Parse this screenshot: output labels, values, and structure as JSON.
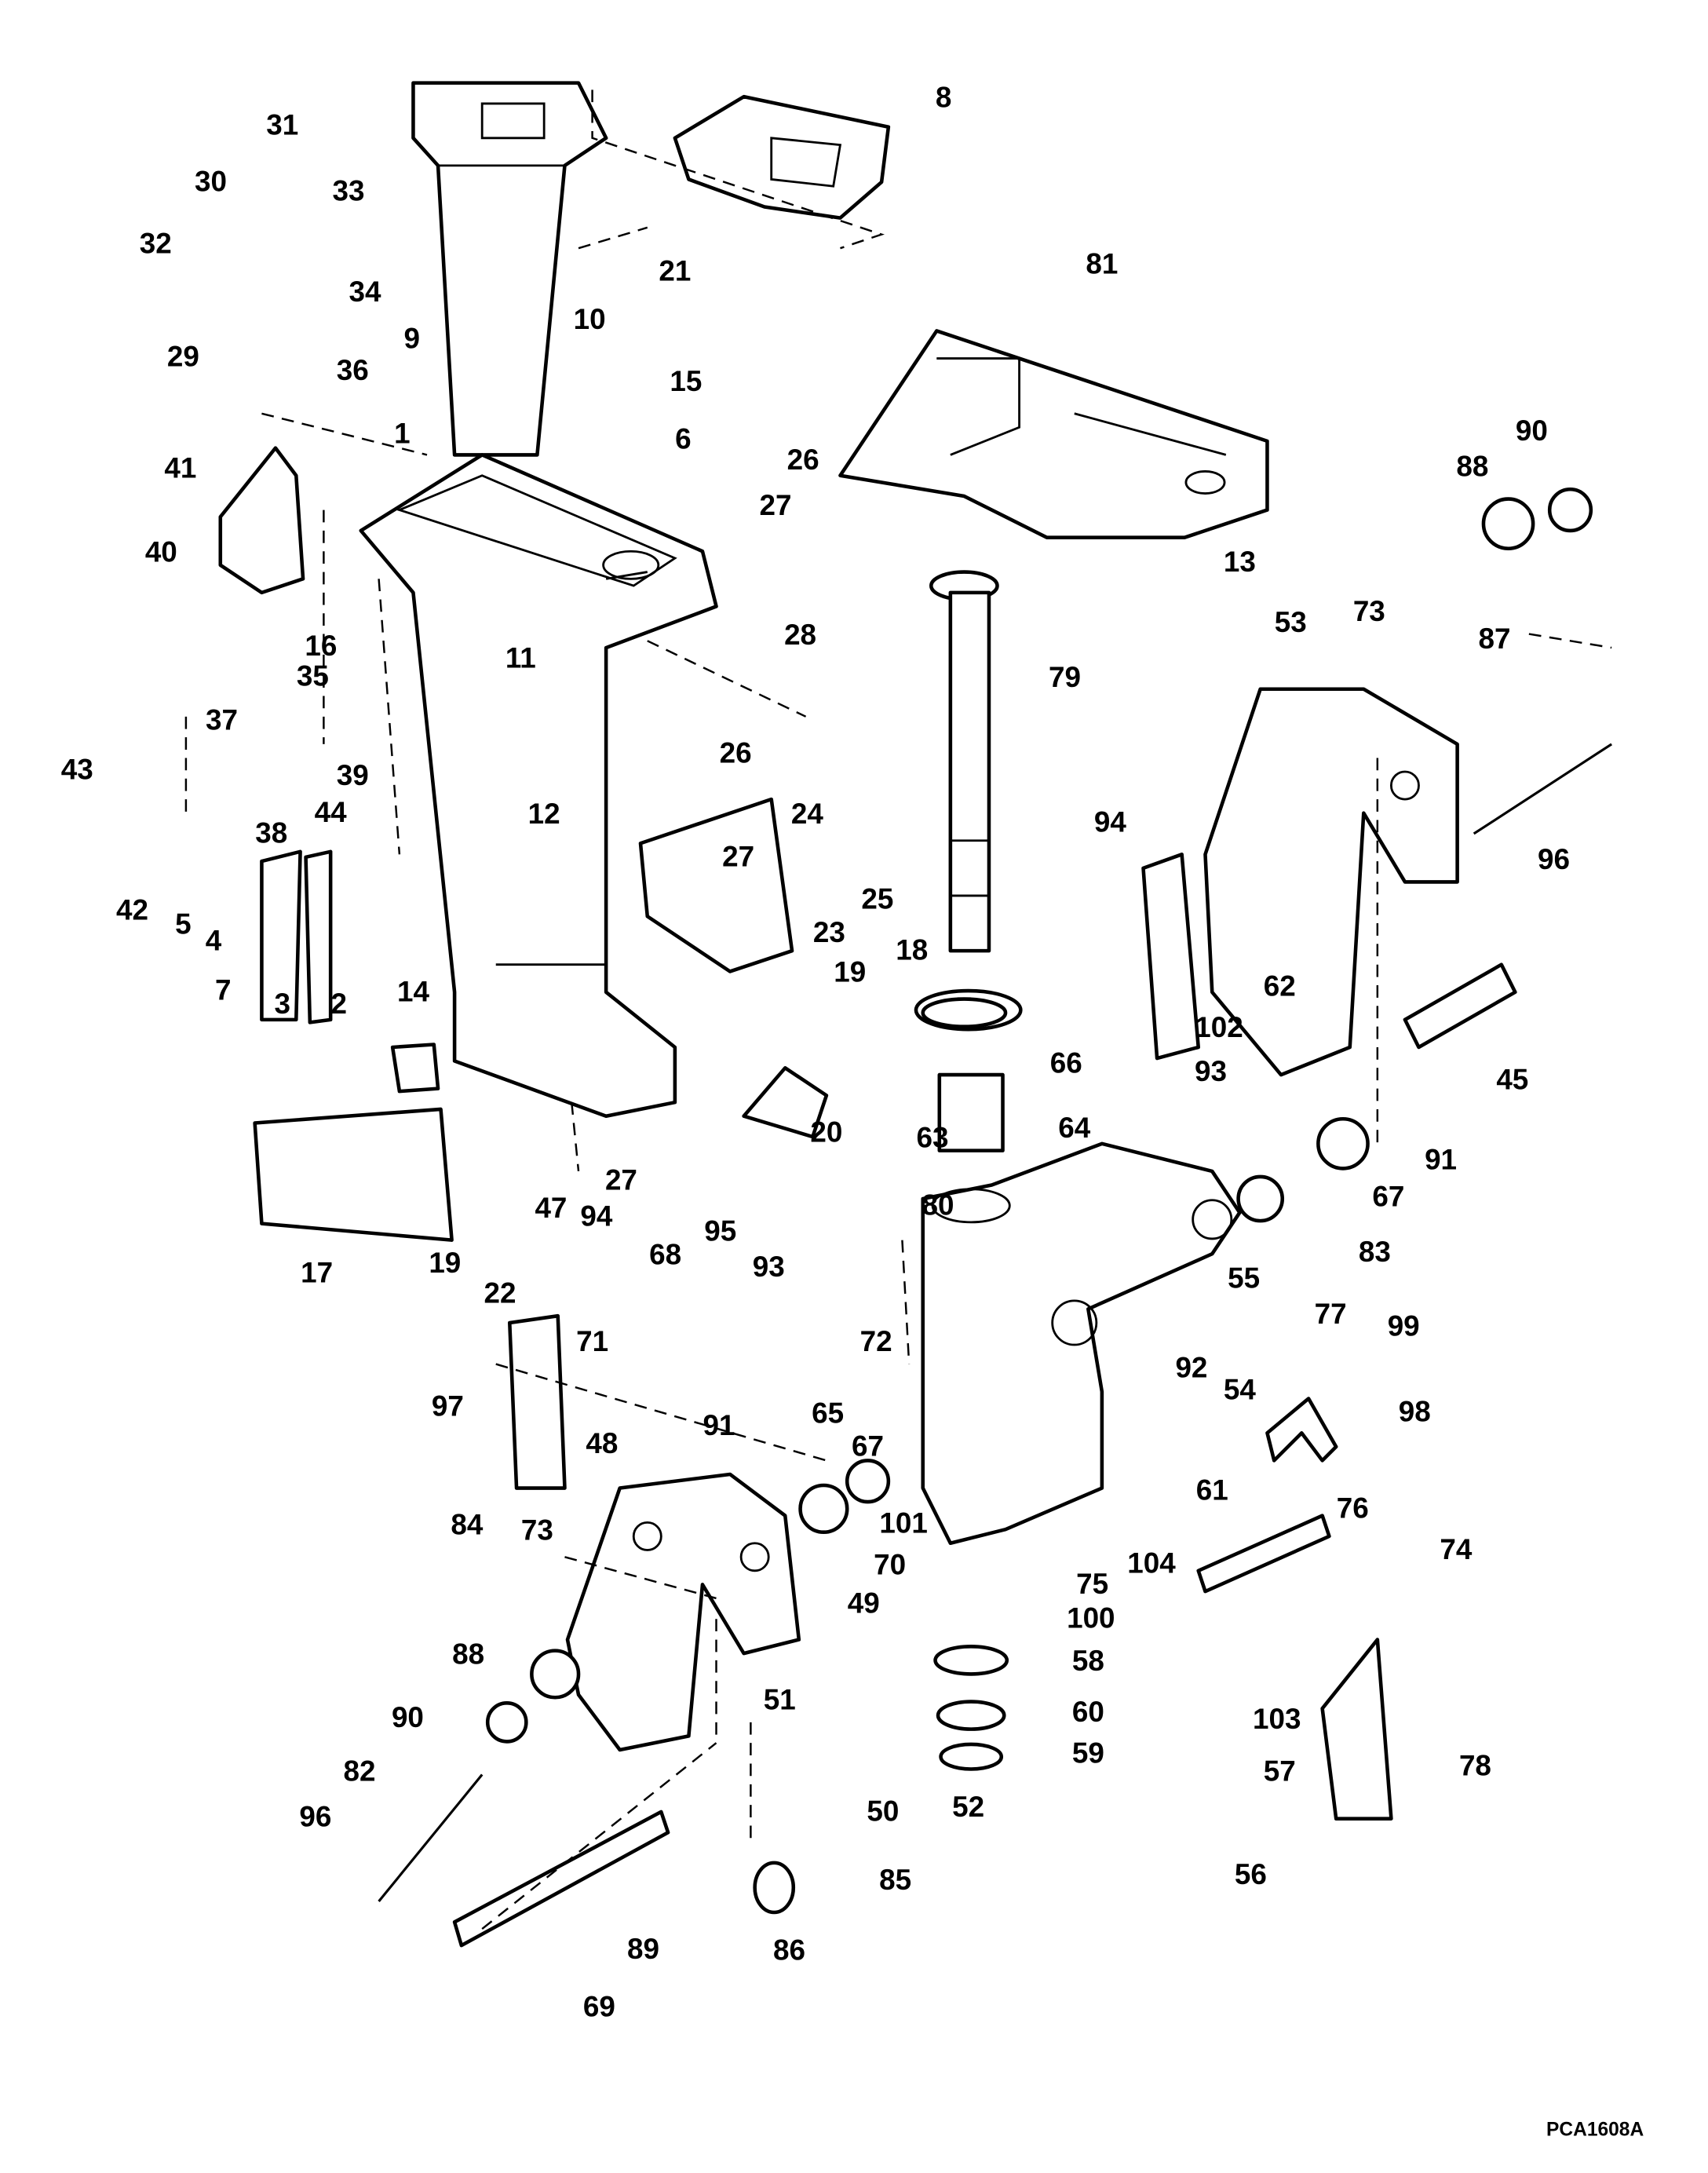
{
  "diagram": {
    "drawing_code": "PCA1608A",
    "callouts": [
      "31",
      "33",
      "30",
      "32",
      "34",
      "29",
      "36",
      "9",
      "10",
      "21",
      "8",
      "81",
      "15",
      "6",
      "1",
      "41",
      "40",
      "43",
      "16",
      "35",
      "37",
      "39",
      "44",
      "38",
      "42",
      "5",
      "4",
      "7",
      "3",
      "2",
      "11",
      "12",
      "28",
      "26",
      "27",
      "27",
      "26",
      "24",
      "23",
      "25",
      "19",
      "18",
      "20",
      "14",
      "17",
      "47",
      "19",
      "22",
      "27",
      "94",
      "68",
      "95",
      "93",
      "71",
      "97",
      "65",
      "72",
      "48",
      "91",
      "67",
      "84",
      "73",
      "101",
      "70",
      "75",
      "100",
      "49",
      "58",
      "60",
      "59",
      "88",
      "90",
      "82",
      "96",
      "51",
      "50",
      "52",
      "86",
      "85",
      "89",
      "69",
      "79",
      "13",
      "88",
      "90",
      "73",
      "53",
      "87",
      "96",
      "94",
      "102",
      "62",
      "93",
      "45",
      "66",
      "63",
      "64",
      "80",
      "91",
      "67",
      "83",
      "55",
      "77",
      "92",
      "54",
      "99",
      "98",
      "61",
      "76",
      "104",
      "74",
      "103",
      "57",
      "78",
      "56"
    ]
  }
}
